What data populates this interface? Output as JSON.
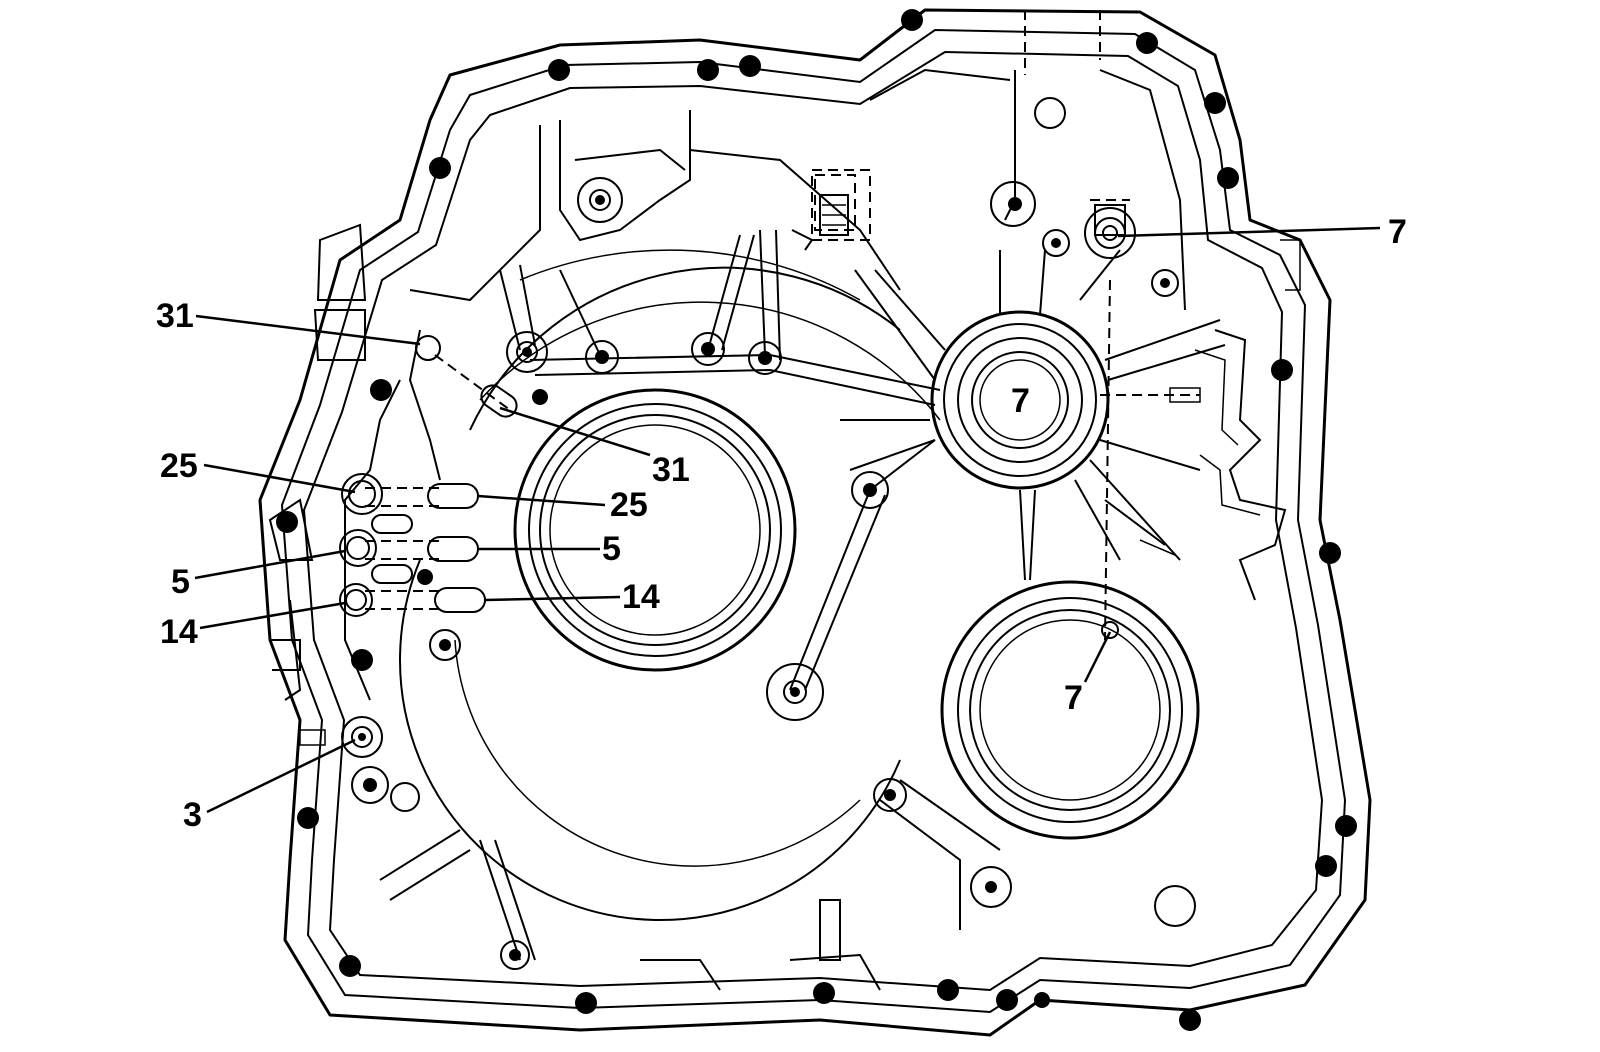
{
  "callouts": {
    "c31_left": "31",
    "c31_right": "31",
    "c25_left": "25",
    "c25_right": "25",
    "c5_left": "5",
    "c5_right": "5",
    "c14_left": "14",
    "c14_right": "14",
    "c3": "3",
    "c7_top": "7",
    "c7_center": "7",
    "c7_bottom": "7"
  }
}
